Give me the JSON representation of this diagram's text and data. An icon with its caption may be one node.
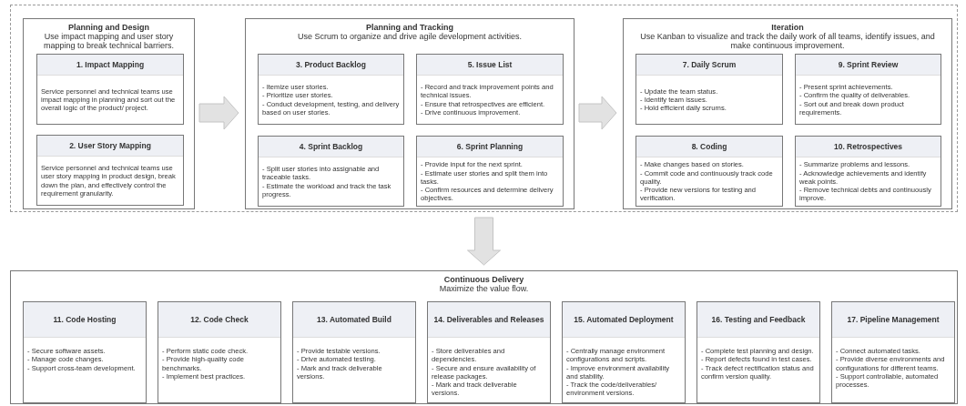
{
  "diagram": {
    "nodes": [
      {
        "text": [],
        "shape": "box"
      },
      {
        "text": [
          "Planning and Design",
          "Use impact mapping and user story mapping to break technical barriers."
        ],
        "in": 0
      },
      {
        "text": [
          "1. Impact Mapping",
          "Service personnel and technical teams use impact mapping in planning and sort out the overall logic of the product/ project."
        ],
        "in": 1
      },
      {
        "text": [
          "2. User Story Mapping",
          "Service personnel and technical teams use user story mapping in product design, break down the plan, and effectively control the requirement granularity."
        ],
        "in": 1
      },
      {
        "text": [
          "Planning and Tracking",
          "Use Scrum to organize and drive agile development activities."
        ],
        "in": 0
      },
      {
        "text": [
          "3. Product Backlog",
          "- Itemize user stories.",
          "- Prioritize user stories.",
          "- Conduct development, testing, and delivery based on user stories."
        ],
        "in": 4
      },
      {
        "text": [
          "5. Issue List",
          "- Record and track improvement points and technical issues.",
          "- Ensure that retrospectives are efficient.",
          "- Drive continuous improvement."
        ],
        "in": 4
      },
      {
        "text": [
          "4. Sprint Backlog",
          "- Split user stories into assignable and traceable tasks.",
          "- Estimate the workload and track the task progress."
        ],
        "in": 4
      },
      {
        "text": [
          "6. Sprint Planning",
          "- Provide input for the next sprint.",
          "- Estimate user stories and split them into tasks.",
          "- Confirm resources and determine delivery objectives."
        ],
        "in": 4
      },
      {
        "text": [
          "Iteration",
          "Use Kanban to visualize and track the daily work of all teams, identify issues, and make continuous improvement."
        ],
        "in": 0
      },
      {
        "text": [
          "7. Daily Scrum",
          "- Update the team status.",
          "- Identify team issues.",
          "- Hold efficient daily scrums."
        ],
        "in": 9
      },
      {
        "text": [
          "9. Sprint Review",
          "- Present sprint achievements.",
          "- Confirm the quality of deliverables.",
          "- Sort out and break down product requirements."
        ],
        "in": 9
      },
      {
        "text": [
          "8. Coding",
          "- Make changes based on stories.",
          "- Commit code and continuously track code quality.",
          "- Provide new versions for testing and verification."
        ],
        "in": 9
      },
      {
        "text": [
          "10. Retrospectives",
          "- Summarize problems and lessons.",
          "- Acknowledge achievements and identify weak points.",
          "- Remove technical debts and continuously improve."
        ],
        "in": 9
      },
      {
        "text": [
          "Continuous Delivery",
          "Maximize the value flow."
        ]
      },
      {
        "text": [
          "11. Code Hosting",
          "- Secure software assets.",
          "- Manage code changes.",
          "- Support cross-team development."
        ],
        "in": 14
      },
      {
        "text": [
          "12. Code Check",
          "- Perform static code check.",
          "- Provide high-quality code benchmarks.",
          "- Implement best practices."
        ],
        "in": 14
      },
      {
        "text": [
          "13. Automated Build",
          "- Provide testable versions.",
          "- Drive automated testing.",
          "- Mark and track deliverable versions."
        ],
        "in": 14
      },
      {
        "text": [
          "14. Deliverables and Releases",
          "- Store deliverables and dependencies.",
          "- Secure and ensure availability of release packages.",
          "- Mark and track deliverable versions."
        ],
        "in": 14
      },
      {
        "text": [
          "15. Automated Deployment",
          "- Centrally manage environment configurations and scripts.",
          "- Improve environment availability and stability.",
          "- Track the code/deliverables/ environment versions."
        ],
        "in": 14
      },
      {
        "text": [
          "16. Testing and Feedback",
          "- Complete test planning and design.",
          "- Report defects found in test cases.",
          "- Track defect rectification status and confirm version quality."
        ],
        "in": 14
      },
      {
        "text": [
          "17. Pipeline Management",
          "- Connect automated tasks.",
          "- Provide diverse environments and configurations for different teams.",
          "- Support controllable, automated processes."
        ],
        "in": 14
      }
    ],
    "edges": [
      {
        "from": 1,
        "to": 4,
        "arrow": "to"
      },
      {
        "from": 4,
        "to": 9,
        "arrow": "to"
      },
      {
        "from": 0,
        "to": 14,
        "arrow": "to"
      }
    ]
  }
}
